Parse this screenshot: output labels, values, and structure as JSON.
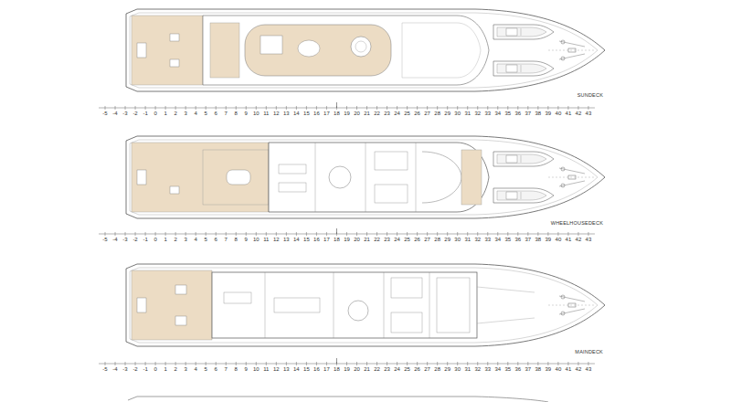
{
  "diagram": {
    "labels": [
      "SUNDECK",
      "-5",
      "-4",
      "-3",
      "-2",
      "-1",
      "0",
      "1",
      "2",
      "3",
      "4",
      "5",
      "6",
      "7",
      "8",
      "9",
      "10",
      "11",
      "12",
      "13",
      "14",
      "15",
      "16",
      "17",
      "18",
      "19",
      "20",
      "21",
      "22",
      "23",
      "24",
      "25",
      "26",
      "27",
      "28",
      "29",
      "30",
      "31",
      "32",
      "33",
      "34",
      "35",
      "36",
      "37",
      "38",
      "39",
      "40",
      "41",
      "42",
      "43",
      "WHEELHOUSEDECK",
      "-5",
      "-4",
      "-3",
      "-2",
      "-1",
      "0",
      "1",
      "2",
      "3",
      "4",
      "5",
      "6",
      "7",
      "8",
      "9",
      "10",
      "11",
      "12",
      "13",
      "14",
      "15",
      "16",
      "17",
      "18",
      "19",
      "20",
      "21",
      "22",
      "23",
      "24",
      "25",
      "26",
      "27",
      "28",
      "29",
      "30",
      "31",
      "32",
      "33",
      "34",
      "35",
      "36",
      "37",
      "38",
      "39",
      "40",
      "41",
      "42",
      "43",
      "MAINDECK",
      "-5",
      "-4",
      "-3",
      "-2",
      "-1",
      "0",
      "1",
      "2",
      "3",
      "4",
      "5",
      "6",
      "7",
      "8",
      "9",
      "10",
      "11",
      "12",
      "13",
      "14",
      "15",
      "16",
      "17",
      "18",
      "19",
      "20",
      "21",
      "22",
      "23",
      "24",
      "25",
      "26",
      "27",
      "28",
      "29",
      "30",
      "31",
      "32",
      "33",
      "34",
      "35",
      "36",
      "37",
      "38",
      "39",
      "40",
      "41",
      "42",
      "43"
    ]
  }
}
